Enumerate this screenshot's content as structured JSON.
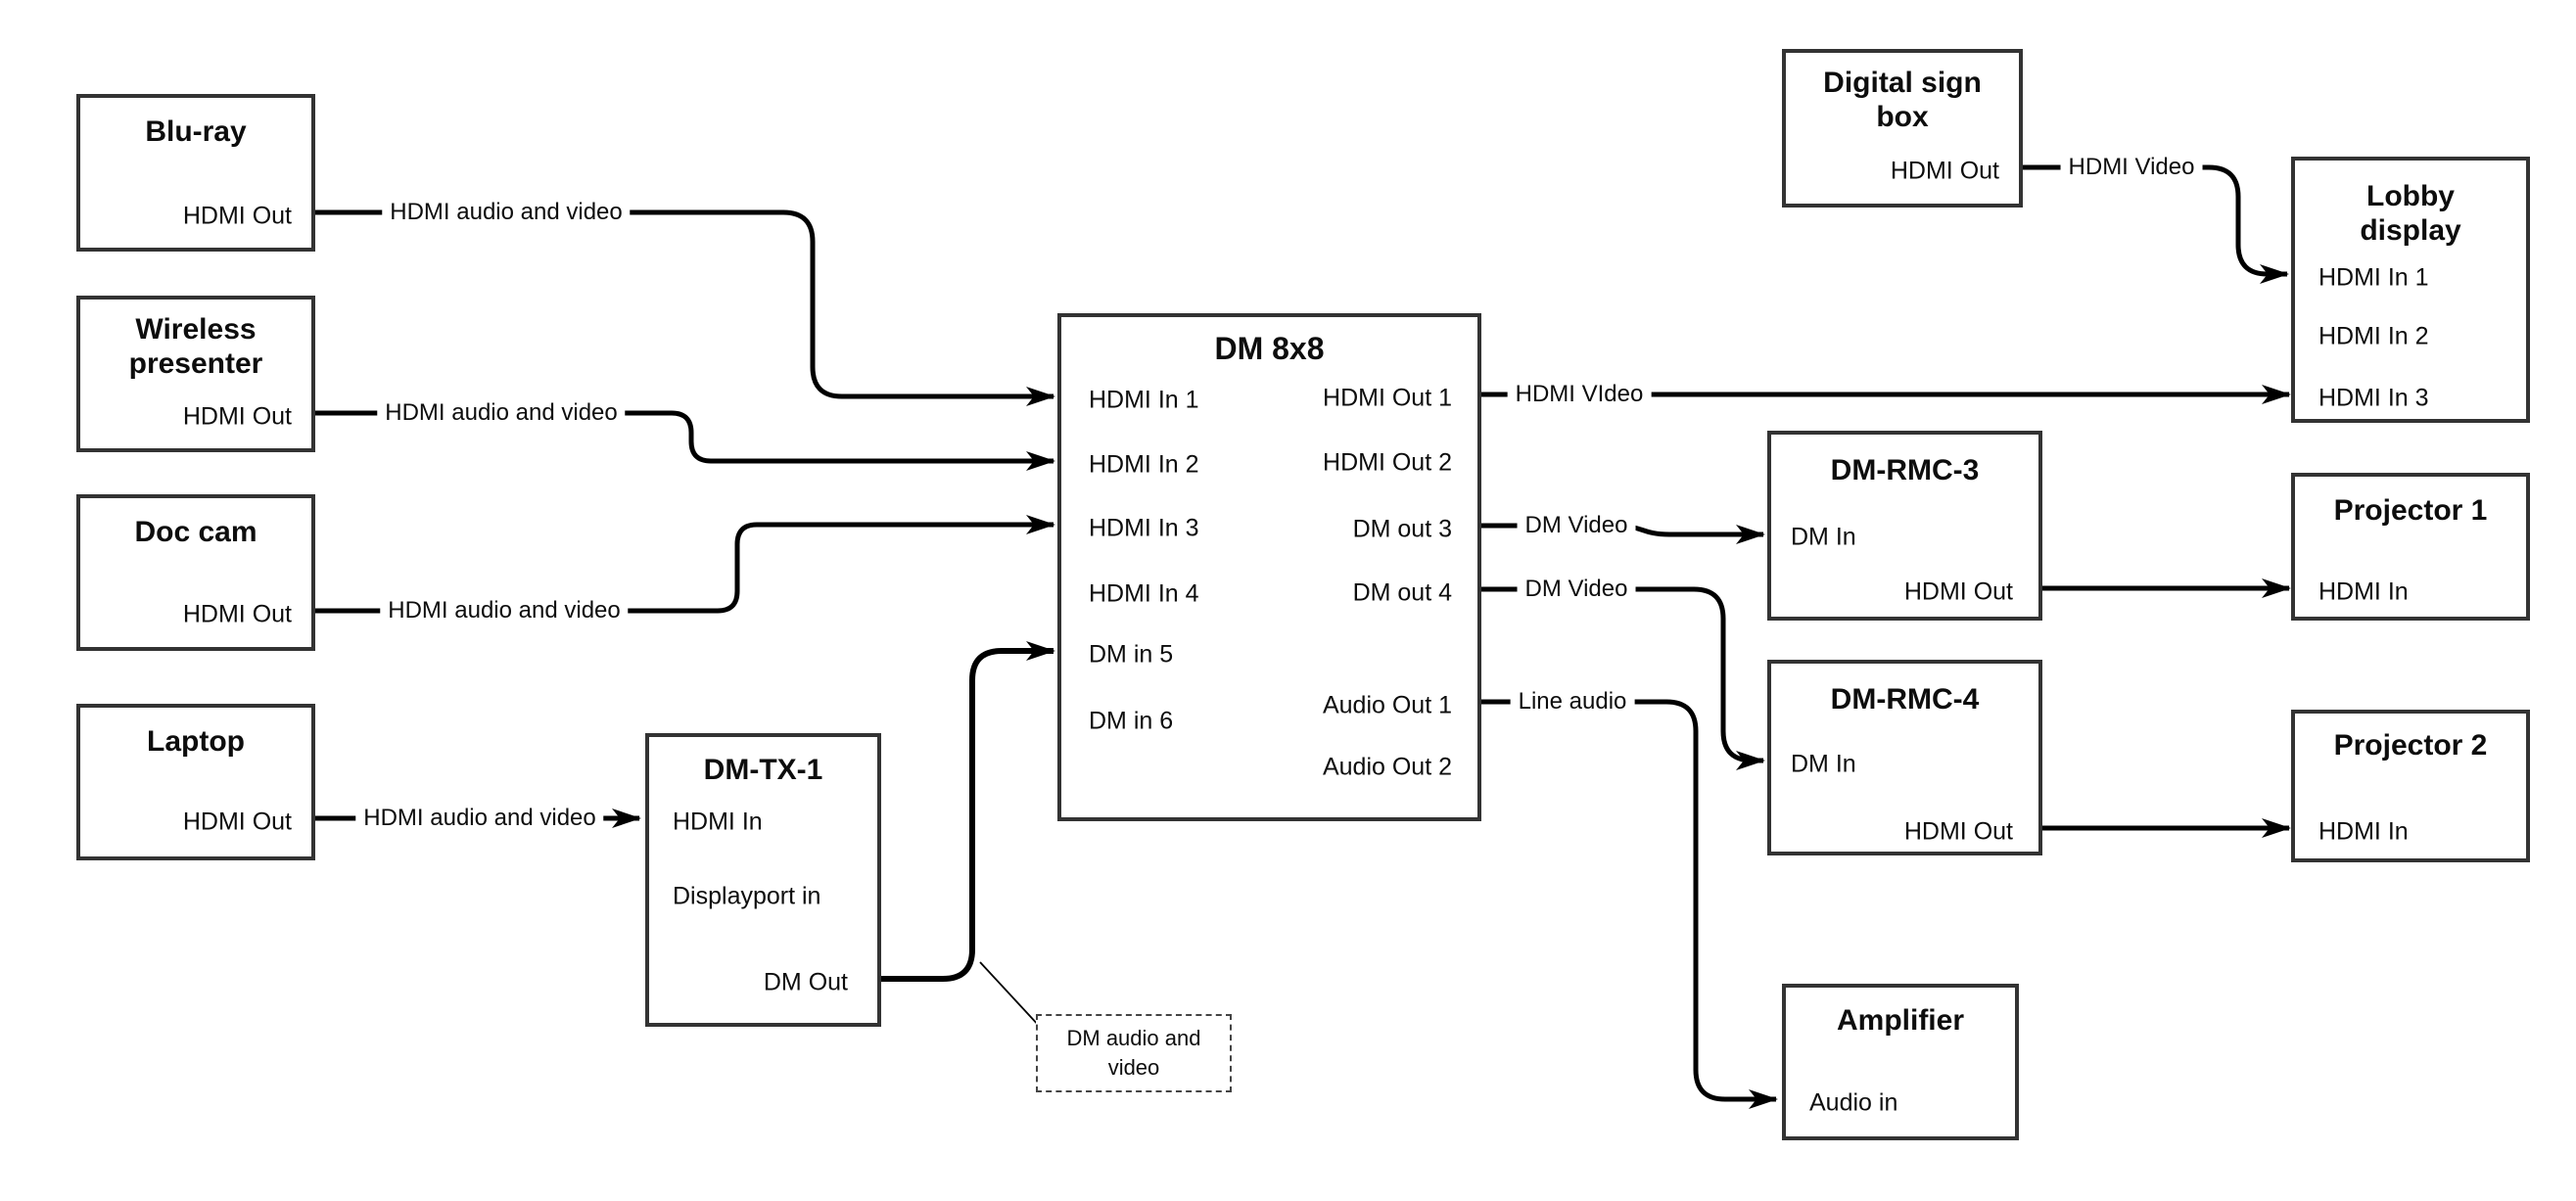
{
  "nodes": {
    "bluray": {
      "title": "Blu-ray",
      "ports": {
        "hdmi_out": "HDMI Out"
      }
    },
    "wireless": {
      "title": "Wireless\npresenter",
      "ports": {
        "hdmi_out": "HDMI Out"
      }
    },
    "doccam": {
      "title": "Doc cam",
      "ports": {
        "hdmi_out": "HDMI Out"
      }
    },
    "laptop": {
      "title": "Laptop",
      "ports": {
        "hdmi_out": "HDMI Out"
      }
    },
    "dmtx1": {
      "title": "DM-TX-1",
      "ports": {
        "hdmi_in": "HDMI In",
        "displayport_in": "Displayport in",
        "dm_out": "DM Out"
      }
    },
    "dm8x8": {
      "title": "DM 8x8",
      "ports_left": [
        "HDMI In 1",
        "HDMI In 2",
        "HDMI In 3",
        "HDMI In 4",
        "DM in 5",
        "DM in 6"
      ],
      "ports_right": [
        "HDMI Out 1",
        "HDMI Out 2",
        "DM out 3",
        "DM out 4",
        "Audio Out 1",
        "Audio Out 2"
      ]
    },
    "digital_sign": {
      "title": "Digital sign\nbox",
      "ports": {
        "hdmi_out": "HDMI Out"
      }
    },
    "lobby": {
      "title": "Lobby\ndisplay",
      "ports": [
        "HDMI In 1",
        "HDMI In 2",
        "HDMI In 3"
      ]
    },
    "dmrmc3": {
      "title": "DM-RMC-3",
      "ports": {
        "dm_in": "DM In",
        "hdmi_out": "HDMI Out"
      }
    },
    "projector1": {
      "title": "Projector 1",
      "ports": {
        "hdmi_in": "HDMI In"
      }
    },
    "dmrmc4": {
      "title": "DM-RMC-4",
      "ports": {
        "dm_in": "DM In",
        "hdmi_out": "HDMI Out"
      }
    },
    "projector2": {
      "title": "Projector 2",
      "ports": {
        "hdmi_in": "HDMI In"
      }
    },
    "amplifier": {
      "title": "Amplifier",
      "ports": {
        "audio_in": "Audio in"
      }
    }
  },
  "connections": [
    {
      "from": "Blu-ray HDMI Out",
      "to": "DM 8x8 HDMI In 1",
      "label": "HDMI audio and video"
    },
    {
      "from": "Wireless presenter HDMI Out",
      "to": "DM 8x8 HDMI In 2",
      "label": "HDMI audio and video"
    },
    {
      "from": "Doc cam HDMI Out",
      "to": "DM 8x8 HDMI In 3",
      "label": "HDMI audio and video"
    },
    {
      "from": "Laptop HDMI Out",
      "to": "DM-TX-1 HDMI In",
      "label": "HDMI audio and video"
    },
    {
      "from": "DM-TX-1 DM Out",
      "to": "DM 8x8 DM in 5",
      "label": ""
    },
    {
      "from": "DM 8x8 HDMI Out 1",
      "to": "Lobby display HDMI In 3",
      "label": "HDMI VIdeo"
    },
    {
      "from": "DM 8x8 DM out 3",
      "to": "DM-RMC-3 DM In",
      "label": "DM Video"
    },
    {
      "from": "DM 8x8 DM out 4",
      "to": "DM-RMC-4 DM In",
      "label": "DM Video"
    },
    {
      "from": "DM 8x8 Audio Out 1",
      "to": "Amplifier Audio in",
      "label": "Line audio"
    },
    {
      "from": "Digital sign box HDMI Out",
      "to": "Lobby display HDMI In 1",
      "label": "HDMI Video"
    },
    {
      "from": "DM-RMC-3 HDMI Out",
      "to": "Projector 1 HDMI In",
      "label": ""
    },
    {
      "from": "DM-RMC-4 HDMI Out",
      "to": "Projector 2 HDMI In",
      "label": ""
    }
  ],
  "callout": {
    "text": "DM audio and\nvideo",
    "points_to": "DM-TX-1 DM Out wire"
  }
}
